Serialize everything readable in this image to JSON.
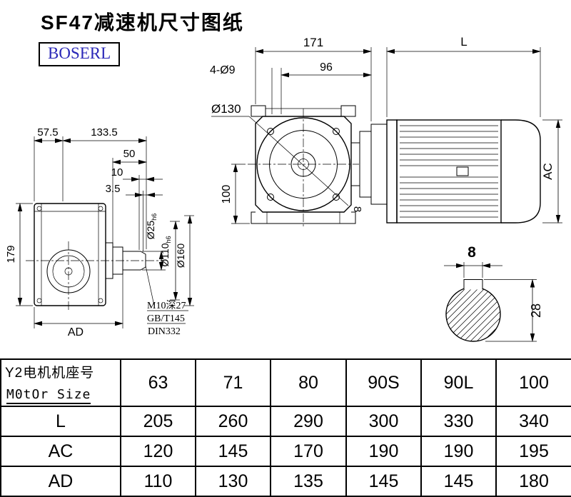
{
  "title": "SF47减速机尺寸图纸",
  "brand": "BOSERL",
  "drawing": {
    "front_view": {
      "dim_width": "171",
      "dim_flange_face": "96",
      "dim_bolt_holes": "4-Ø9",
      "dim_flange_dia": "Ø130",
      "dim_height_center": "100",
      "dim_key_width": "8"
    },
    "motor_view": {
      "dim_length": "L",
      "dim_height": "AC"
    },
    "side_view": {
      "dim_57_5": "57.5",
      "dim_133_5": "133.5",
      "dim_50": "50",
      "dim_10": "10",
      "dim_3_5": "3.5",
      "dim_179": "179",
      "dim_AD": "AD",
      "dim_shaft_dia": "Ø25",
      "dim_shaft_dia_tol": "h6",
      "dim_spigot_dia": "Ø110",
      "dim_spigot_dia_tol": "h6",
      "dim_flange_od": "Ø160",
      "note_tap": "M10深27",
      "note_std1": "GB/T145",
      "note_std2": "DIN332"
    },
    "shaft_section": {
      "dim_key_width": "8",
      "dim_keyway_height": "28"
    }
  },
  "table": {
    "row_header_cn": "Y2电机机座号",
    "row_header_en": "M0tOr Size",
    "motor_sizes": [
      "63",
      "71",
      "80",
      "90S",
      "90L",
      "100"
    ],
    "rows": [
      {
        "label": "L",
        "values": [
          "205",
          "260",
          "290",
          "300",
          "330",
          "340"
        ]
      },
      {
        "label": "AC",
        "values": [
          "120",
          "145",
          "170",
          "190",
          "190",
          "195"
        ]
      },
      {
        "label": "AD",
        "values": [
          "110",
          "130",
          "135",
          "145",
          "145",
          "180"
        ]
      }
    ]
  }
}
